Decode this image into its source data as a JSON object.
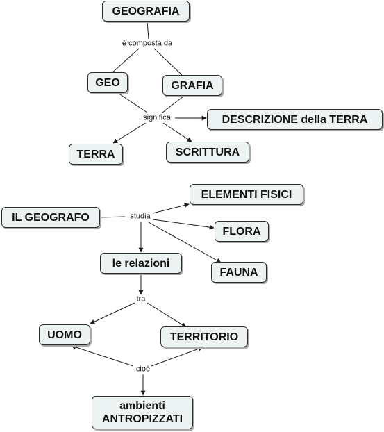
{
  "colors": {
    "node_fill": "#edf3f3",
    "node_border": "#2b2b2b",
    "line": "#1a1a1a"
  },
  "nodes": {
    "geografia": "GEOGRAFIA",
    "geo": "GEO",
    "grafia": "GRAFIA",
    "descrizione": "DESCRIZIONE della TERRA",
    "terra": "TERRA",
    "scrittura": "SCRITTURA",
    "il_geografo": "IL GEOGRAFO",
    "elementi_fisici": "ELEMENTI FISICI",
    "flora": "FLORA",
    "fauna": "FAUNA",
    "le_relazioni": "le relazioni",
    "uomo": "UOMO",
    "territorio": "TERRITORIO",
    "ambienti": "ambienti ANTROPIZZATI"
  },
  "links": {
    "composta": "è composta da",
    "significa": "significa",
    "studia": "studia",
    "tra": "tra",
    "cioe": "cioè"
  }
}
